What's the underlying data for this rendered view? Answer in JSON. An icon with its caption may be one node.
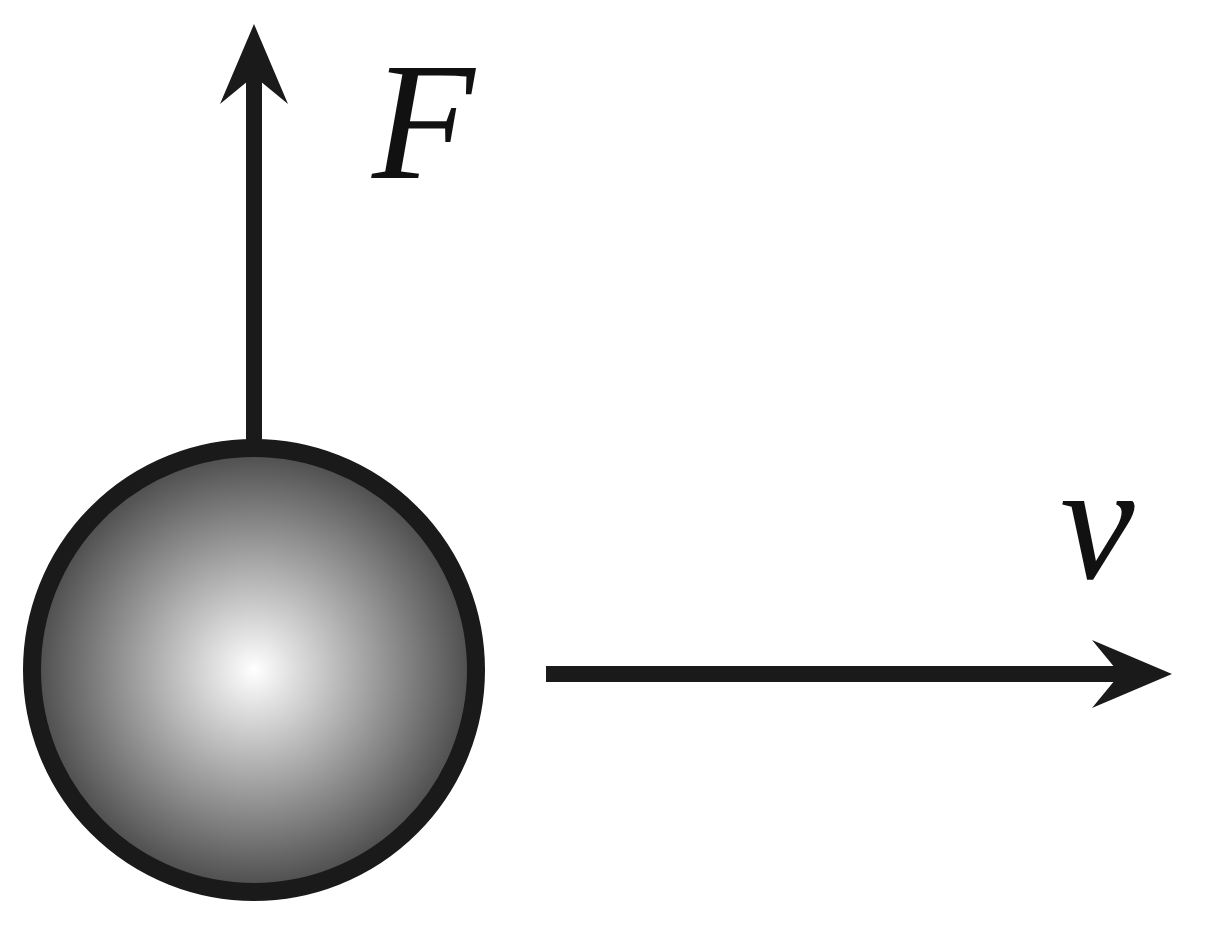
{
  "diagram": {
    "nodes": [
      {
        "text": [],
        "shape": "circle"
      }
    ],
    "labels": [
      "F",
      "v"
    ]
  }
}
